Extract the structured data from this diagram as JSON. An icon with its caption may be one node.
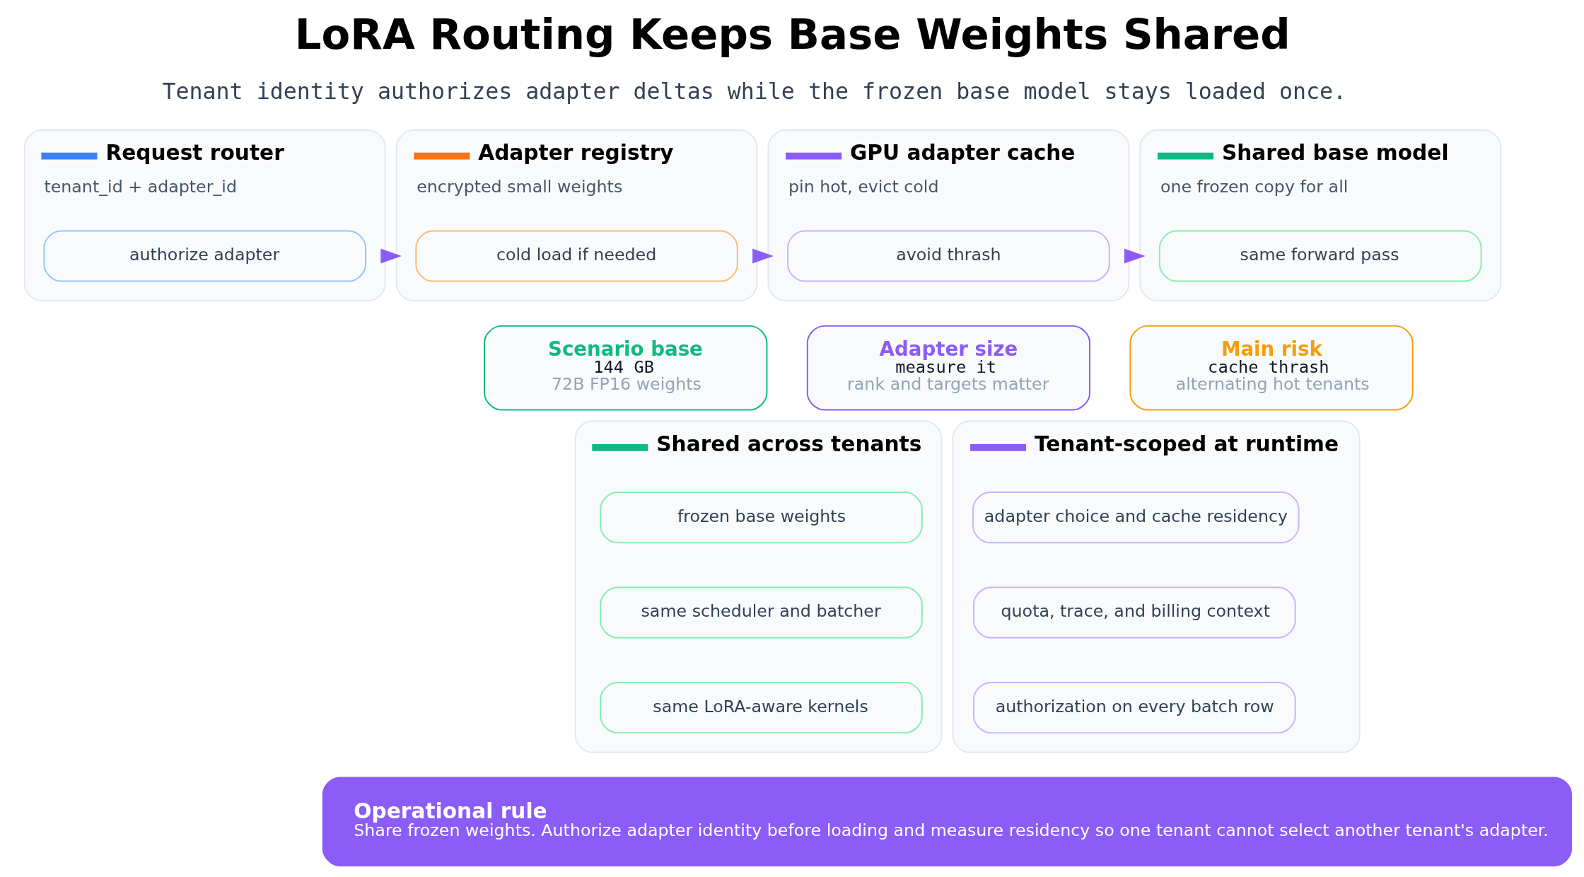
{
  "diagram": {
    "title": "LoRA Routing Keeps Base Weights Shared",
    "nodes": [
      {
        "text": [
          "Request router",
          "tenant_id + adapter_id"
        ]
      },
      {
        "text": [
          "authorize adapter"
        ],
        "in": 0
      },
      {
        "text": [
          "Adapter registry",
          "encrypted small weights"
        ]
      },
      {
        "text": [
          "cold load if needed"
        ],
        "in": 2
      },
      {
        "text": [
          "GPU adapter cache",
          "pin hot, evict cold"
        ]
      },
      {
        "text": [
          "avoid thrash"
        ],
        "in": 4
      },
      {
        "text": [
          "Shared base model",
          "one frozen copy for all"
        ]
      },
      {
        "text": [
          "same forward pass"
        ],
        "in": 6
      },
      {
        "text": [
          "Scenario base",
          "144 GB",
          "72B FP16 weights"
        ]
      },
      {
        "text": [
          "Adapter size",
          "measure it",
          "rank and targets matter"
        ]
      },
      {
        "text": [
          "Main risk",
          "cache thrash",
          "alternating hot tenants"
        ]
      },
      {
        "text": [
          "Shared across tenants"
        ]
      },
      {
        "text": [
          "frozen base weights"
        ],
        "in": 11
      },
      {
        "text": [
          "same scheduler and batcher"
        ],
        "in": 11
      },
      {
        "text": [
          "same LoRA-aware kernels"
        ],
        "in": 11
      },
      {
        "text": [
          "Tenant-scoped at runtime"
        ]
      },
      {
        "text": [
          "adapter choice and cache residency"
        ],
        "in": 15
      },
      {
        "text": [
          "quota, trace, and billing context"
        ],
        "in": 15
      },
      {
        "text": [
          "authorization on every batch row"
        ],
        "in": 15
      },
      {
        "text": [
          "Operational rule",
          "Share frozen weights. Authorize adapter identity before loading and measure residency so one tenant cannot select another tenant's adapter."
        ]
      }
    ],
    "edges": [
      {
        "from": 0,
        "to": 2,
        "arrow": "to"
      },
      {
        "from": 2,
        "to": 4,
        "arrow": "to"
      },
      {
        "from": 4,
        "to": 6,
        "arrow": "to"
      }
    ],
    "labels": [
      "Tenant identity authorizes adapter deltas while the frozen base model stays loaded once."
    ]
  }
}
